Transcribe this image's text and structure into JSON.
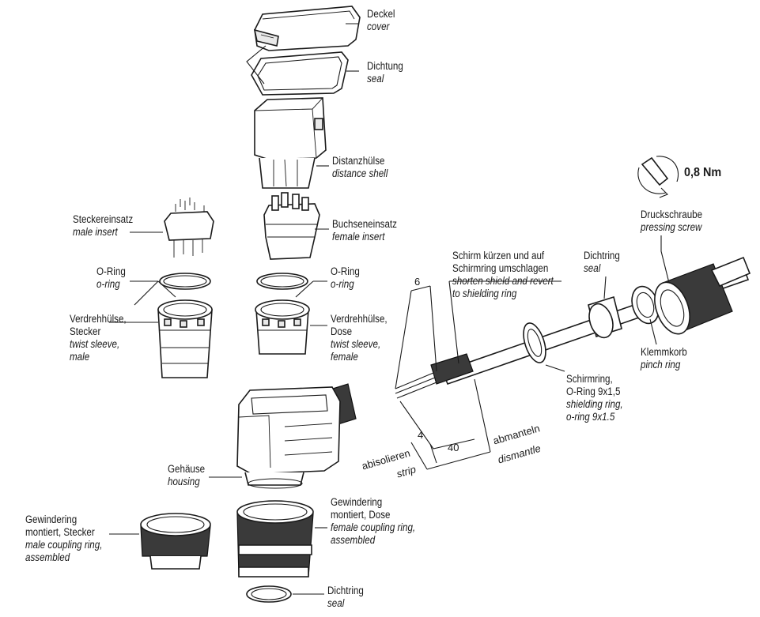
{
  "torque": {
    "value": "0,8 Nm"
  },
  "labels": {
    "cover": {
      "de": "Deckel",
      "en": "cover"
    },
    "seal_top": {
      "de": "Dichtung",
      "en": "seal"
    },
    "distance_shell": {
      "de": "Distanzhülse",
      "en": "distance shell"
    },
    "female_insert": {
      "de": "Buchseneinsatz",
      "en": "female insert"
    },
    "male_insert": {
      "de": "Steckereinsatz",
      "en": "male insert"
    },
    "oring_left": {
      "de": "O-Ring",
      "en": "o-ring"
    },
    "oring_right": {
      "de": "O-Ring",
      "en": "o-ring"
    },
    "twist_male": {
      "de1": "Verdrehhülse,",
      "de2": "Stecker",
      "en1": "twist sleeve,",
      "en2": "male"
    },
    "twist_female": {
      "de1": "Verdrehhülse,",
      "de2": "Dose",
      "en1": "twist sleeve,",
      "en2": "female"
    },
    "housing": {
      "de": "Gehäuse",
      "en": "housing"
    },
    "coupling_male": {
      "de1": "Gewindering",
      "de2": "montiert, Stecker",
      "en1": "male coupling ring,",
      "en2": "assembled"
    },
    "coupling_female": {
      "de1": "Gewindering",
      "de2": "montiert, Dose",
      "en1": "female coupling ring,",
      "en2": "assembled"
    },
    "seal_bottom": {
      "de": "Dichtring",
      "en": "seal"
    },
    "shield_instr": {
      "de1": "Schirm kürzen und auf",
      "de2": "Schirmring umschlagen",
      "en1": "shorten shield and revert",
      "en2": "to shielding ring"
    },
    "seal_cable": {
      "de": "Dichtring",
      "en": "seal"
    },
    "pressing_screw": {
      "de": "Druckschraube",
      "en": "pressing screw"
    },
    "pinch_ring": {
      "de": "Klemmkorb",
      "en": "pinch ring"
    },
    "shielding_ring": {
      "de1": "Schirmring,",
      "de2": "O-Ring 9x1,5",
      "en1": "shielding ring,",
      "en2": "o-ring 9x1.5"
    }
  },
  "dimensions": {
    "shield_len": "6",
    "strip_len": "4",
    "dismantle_len": "40",
    "strip_de": "abisolieren",
    "strip_en": "strip",
    "dismantle_de": "abmanteln",
    "dismantle_en": "dismantle"
  }
}
